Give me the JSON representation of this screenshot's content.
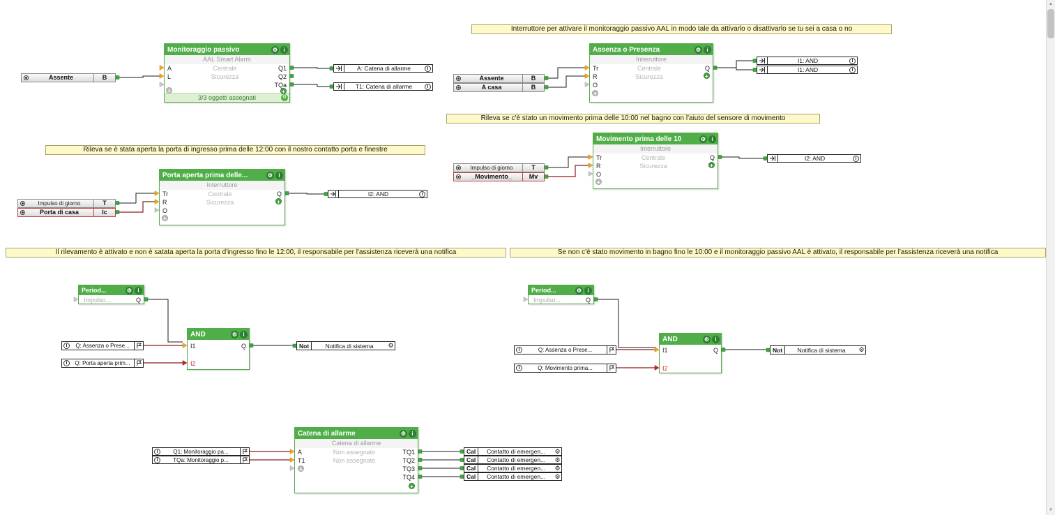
{
  "icons": {
    "gear": "⚙",
    "info": "i",
    "plus": "+",
    "up": "▲",
    "down": "▼"
  },
  "colors": {
    "block_green": "#4fae47",
    "footer_green": "#ddf0d2",
    "note_yellow": "#fdf9c8",
    "wire_black": "#1a1a1a",
    "wire_red": "#8b1a1a",
    "pin_orange": "#f5a623"
  },
  "notes": {
    "top": "Interruttore per attivare il monitoraggio passivo AAL in modo tale da attivarlo o disattivarlo se tu sei a casa o no",
    "movimento": "Rileva se c'è stato un movimento prima delle 10:00 nel bagno con l'aiuto del sensore di movimento",
    "porta": "Rileva se è stata aperta la porta di ingresso prima delle 12:00 con il nostro contatto porta e finestre",
    "wide_left": "Il rilevamento è attivato e non è satata aperta la porta d'ingresso fino le 12:00, il responsabile per l'assistenza riceverà una notifica",
    "wide_right": "Se non c'è stato movimento in bagno fino le 10:00 e il monitoraggio passivo AAL è attivato, il responsabile per l'assistenza riceverà una notifica"
  },
  "blocks": {
    "monitoraggio": {
      "title": "Monitoraggio passivo",
      "subtitle": "AAL Smart Alarm",
      "rows": [
        {
          "l": "A",
          "c": "Centrale",
          "r": "Q1"
        },
        {
          "l": "L",
          "c": "Sicurezza",
          "r": "Q2"
        },
        {
          "l": "",
          "c": "",
          "r": "TQa"
        }
      ],
      "footer": "3/3 oggetti assegnati"
    },
    "assenza": {
      "title": "Assenza o Presenza",
      "subtitle": "Interruttore",
      "rows": [
        {
          "l": "Tr",
          "c": "Centrale",
          "r": "Q"
        },
        {
          "l": "R",
          "c": "Sicurezza",
          "r": ""
        },
        {
          "l": "O",
          "c": "",
          "r": ""
        }
      ]
    },
    "movimento": {
      "title": "Movimento prima delle 10",
      "subtitle": "Interruttore",
      "rows": [
        {
          "l": "Tr",
          "c": "Centrale",
          "r": "Q"
        },
        {
          "l": "R",
          "c": "Sicurezza",
          "r": ""
        },
        {
          "l": "O",
          "c": "",
          "r": ""
        }
      ]
    },
    "porta": {
      "title": "Porta aperta prima delle...",
      "subtitle": "Interruttore",
      "rows": [
        {
          "l": "Tr",
          "c": "Centrale",
          "r": "Q"
        },
        {
          "l": "R",
          "c": "Sicurezza",
          "r": ""
        },
        {
          "l": "O",
          "c": "",
          "r": ""
        }
      ]
    },
    "period_left": {
      "title": "Period...",
      "input": "Impulso...",
      "output": "Q"
    },
    "period_right": {
      "title": "Period...",
      "input": "Impulso...",
      "output": "Q"
    },
    "and_left": {
      "title": "AND",
      "i1": "I1",
      "i2": "I2",
      "q": "Q"
    },
    "and_right": {
      "title": "AND",
      "i1": "I1",
      "i2": "I2",
      "q": "Q"
    },
    "catena": {
      "title": "Catena di allarme",
      "subtitle": "Catena di allarme",
      "rows": [
        {
          "l": "A",
          "c": "Non assegnato",
          "r": "TQ1"
        },
        {
          "l": "T1",
          "c": "Non assegnato",
          "r": "TQ2"
        },
        {
          "l": "",
          "c": "",
          "r": "TQ3"
        },
        {
          "l": "",
          "c": "",
          "r": "TQ4"
        }
      ]
    }
  },
  "inputs": {
    "assente1": {
      "label": "Assente",
      "tag": "B"
    },
    "assente2": {
      "label": "Assente",
      "tag": "B"
    },
    "acasa": {
      "label": "A casa",
      "tag": "B"
    },
    "impulso1": {
      "label": "Impulso di giorno",
      "tag": "T"
    },
    "movimento": {
      "label": "_Movimento_",
      "tag": "Mv"
    },
    "impulso2": {
      "label": "Impulso di giorno",
      "tag": "T"
    },
    "porta": {
      "label": "Porta di casa",
      "tag": "Ic"
    }
  },
  "refs": {
    "left1": "Q: Assenza o Prese...",
    "left2": "Q: Porta aperta prim...",
    "right1": "Q: Assenza o Prese...",
    "right2": "Q: Movimento prima...",
    "catena1": "Q1: Monitoraggio pa...",
    "catena2": "TQa: Monitoraggio p..."
  },
  "outputs": {
    "catena_a": "A: Catena di allarme",
    "catena_t1": "T1: Catena di allarme",
    "i1_a": "I1: AND",
    "i1_b": "I1: AND",
    "i2_mov": "I2: AND",
    "i2_porta": "I2: AND",
    "not_left": {
      "tag": "Not",
      "label": "Notifica di sistema"
    },
    "not_right": {
      "tag": "Not",
      "label": "Notifica di sistema"
    },
    "cal1": {
      "tag": "Cal",
      "label": "Contatto di emergen..."
    },
    "cal2": {
      "tag": "Cal",
      "label": "Contatto di emergen..."
    },
    "cal3": {
      "tag": "Cal",
      "label": "Contatto di emergen..."
    },
    "cal4": {
      "tag": "Cal",
      "label": "Contatto di emergen..."
    }
  }
}
